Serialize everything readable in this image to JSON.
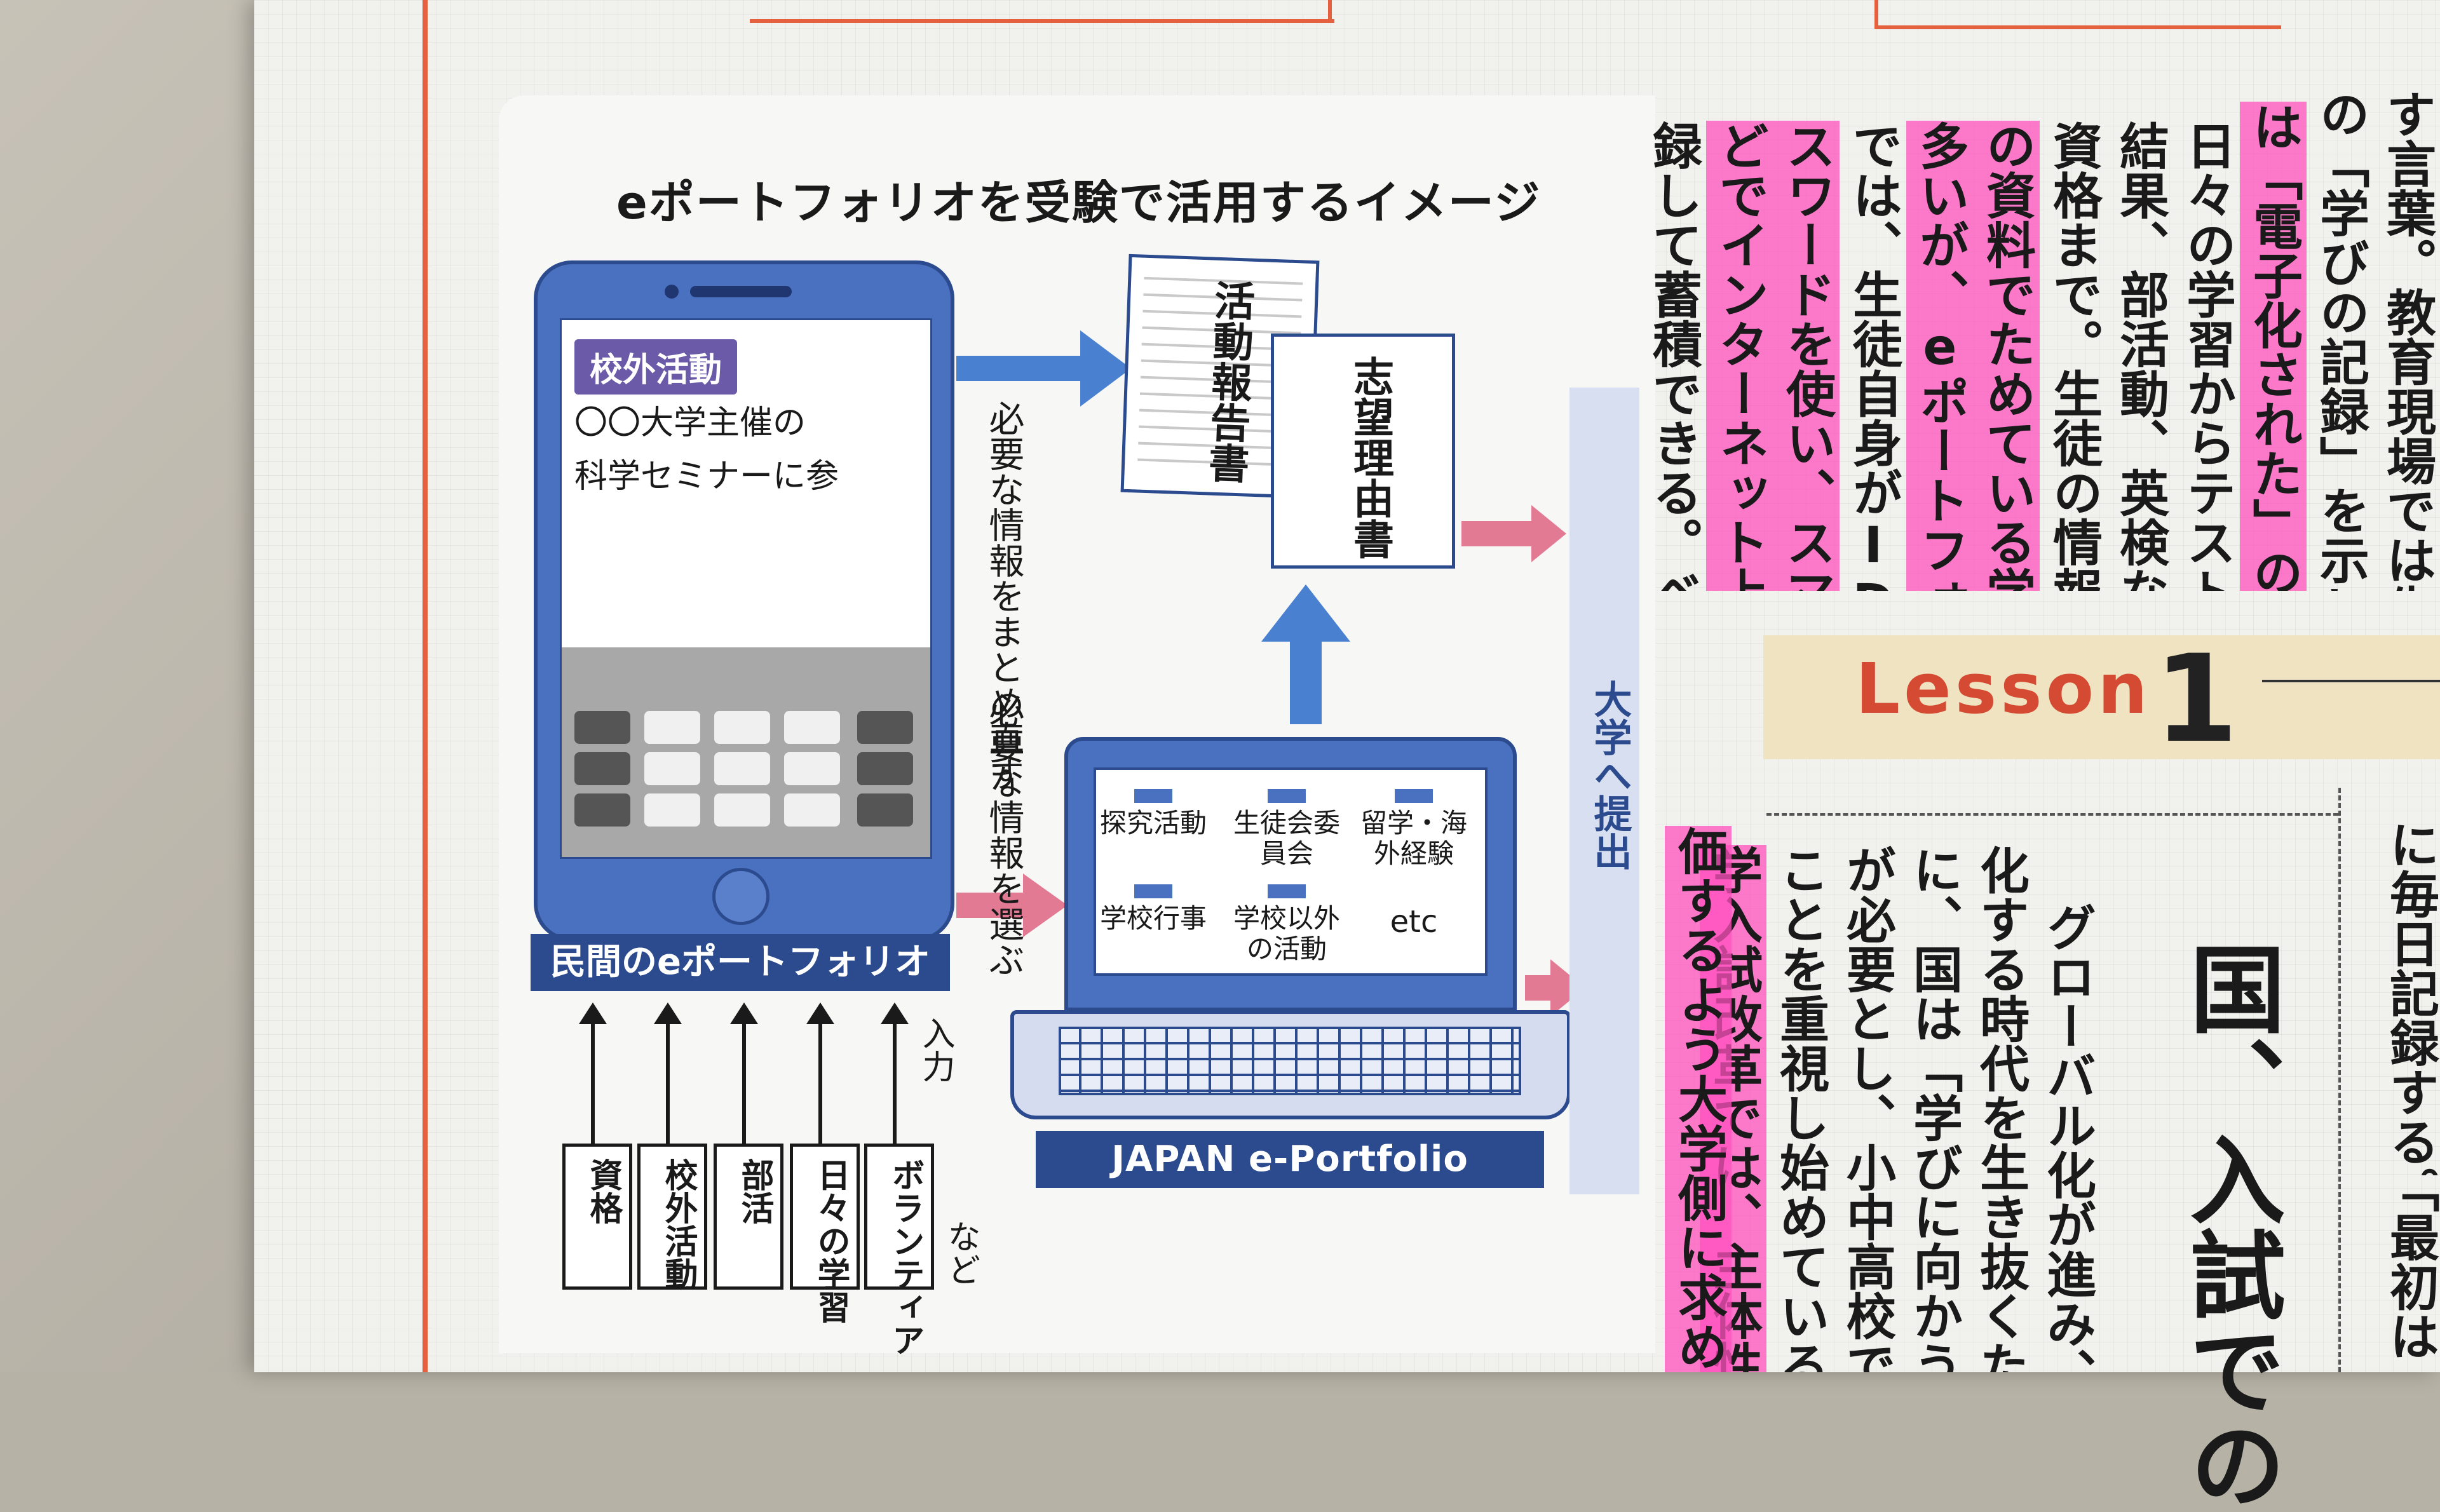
{
  "diagram": {
    "title": "eポートフォリオを受験で活用するイメージ",
    "phone": {
      "tag": "校外活動",
      "memo_line1": "〇〇大学主催の",
      "memo_line2": "科学セミナーに参",
      "label": "民間のeポートフォリオ"
    },
    "arrow_top_text": "必要な情報をまとめ直す",
    "arrow_bottom_text": "必要な情報を選ぶ",
    "doc1": "活動報告書",
    "doc2": "志望理由書",
    "laptop": {
      "categories": [
        "探究活動",
        "生徒会委員会",
        "留学・海外経験",
        "学校行事",
        "学校以外の活動",
        "etc"
      ],
      "label": "JAPAN e-Portfolio"
    },
    "submit": "大学へ提出",
    "input_label": "入力",
    "inputs": [
      "資格",
      "校外活動",
      "部活",
      "日々の学習",
      "ボランティア"
    ],
    "etc": "など"
  },
  "article_top": {
    "lines": [
      "す言葉。教育現場では生徒",
      "の「学びの記録」を示し、e",
      "は「電子化された」の意味。",
      "日々の学習からテストの",
      "結果、部活動、英検などの",
      "資格まで。生徒の情報を紙",
      "の資料でためている学校も",
      "多いが、eポートフォリオ",
      "では、生徒自身がIDやパ",
      "スワードを使い、スマホな",
      "どでインターネット上に記",
      "録して蓄積できる。ベネッ"
    ]
  },
  "lesson": {
    "word": "Lesson",
    "number": "1"
  },
  "headline": "国、入試での",
  "article_bottom": {
    "lines": [
      "グローバル化が進み、複雑",
      "化する時代を生き抜くため",
      "に、国は「学びに向かう力」",
      "が必要とし、小中高校で養う",
      "ことを重視し始めている。大",
      "学入試改革では、主体性を評",
      "価するよう大学側に求め、高"
    ]
  },
  "side_column": {
    "line1": "に毎日記録する。",
    "line2": "「最初は"
  }
}
